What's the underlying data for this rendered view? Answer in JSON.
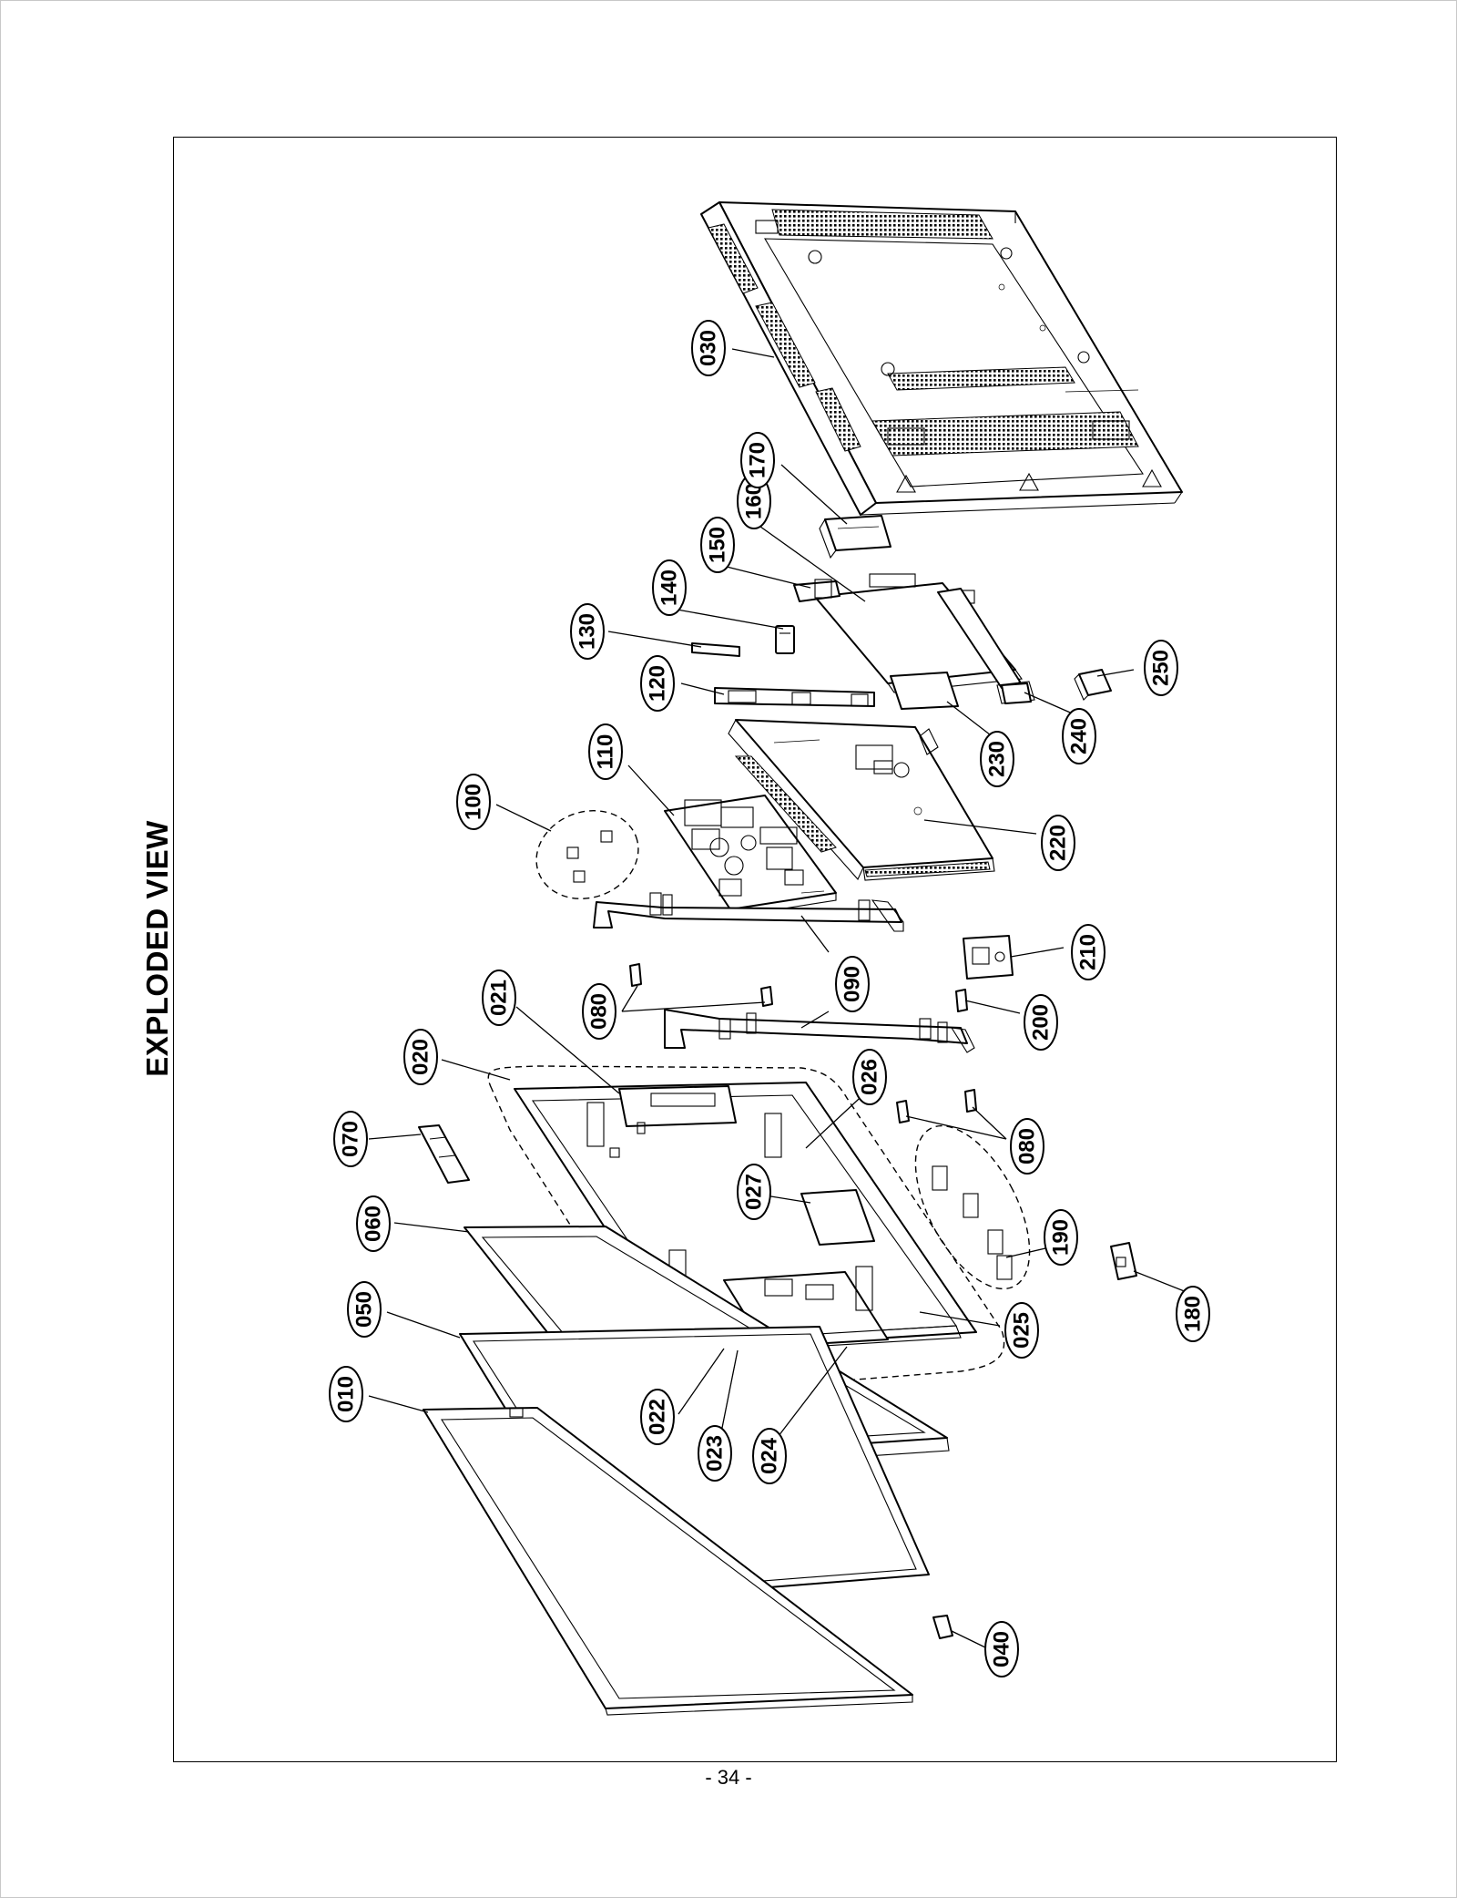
{
  "title": "EXPLODED VIEW",
  "page_number": "- 34 -",
  "callouts": [
    {
      "label": "010"
    },
    {
      "label": "020"
    },
    {
      "label": "021"
    },
    {
      "label": "022"
    },
    {
      "label": "023"
    },
    {
      "label": "024"
    },
    {
      "label": "025"
    },
    {
      "label": "026"
    },
    {
      "label": "027"
    },
    {
      "label": "030"
    },
    {
      "label": "040"
    },
    {
      "label": "050"
    },
    {
      "label": "060"
    },
    {
      "label": "070"
    },
    {
      "label": "080"
    },
    {
      "label": "080"
    },
    {
      "label": "090"
    },
    {
      "label": "100"
    },
    {
      "label": "110"
    },
    {
      "label": "120"
    },
    {
      "label": "130"
    },
    {
      "label": "140"
    },
    {
      "label": "150"
    },
    {
      "label": "160"
    },
    {
      "label": "170"
    },
    {
      "label": "180"
    },
    {
      "label": "190"
    },
    {
      "label": "200"
    },
    {
      "label": "210"
    },
    {
      "label": "220"
    },
    {
      "label": "230"
    },
    {
      "label": "240"
    },
    {
      "label": "250"
    }
  ]
}
